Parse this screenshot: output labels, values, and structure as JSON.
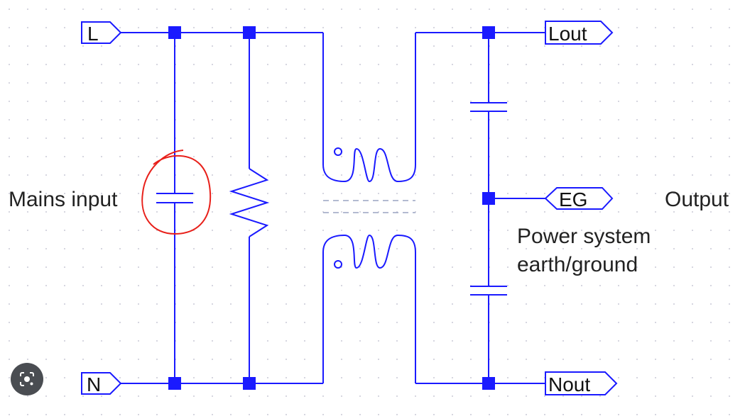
{
  "ports": {
    "line_in": "L",
    "neutral_in": "N",
    "line_out": "Lout",
    "neutral_out": "Nout",
    "earth": "EG"
  },
  "labels": {
    "input": "Mains input",
    "output": "Output",
    "earth_line1": "Power system",
    "earth_line2": "earth/ground"
  },
  "colors": {
    "wire": "#1a1aff",
    "highlight": "#e8201a",
    "grid_dot": "#c9c9d6"
  },
  "icons": {
    "lens": "visual-search-icon"
  }
}
